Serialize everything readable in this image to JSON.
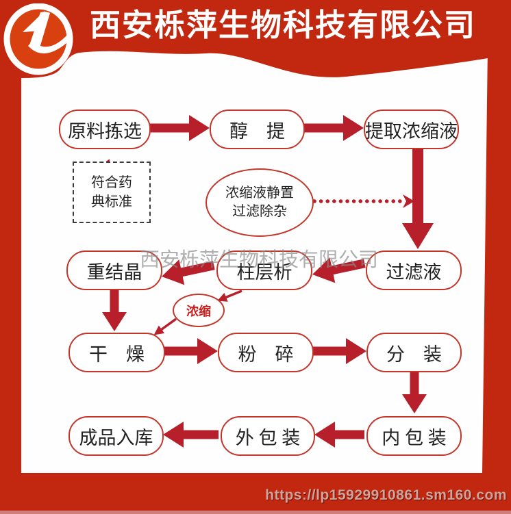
{
  "header": {
    "company_name": "西安栎萍生物科技有限公司",
    "logo_letter": "L"
  },
  "watermark": {
    "text": "西安栎萍生物科技有限公司"
  },
  "footer": {
    "url": "https://lp15929910861.sm160.com"
  },
  "colors": {
    "background_red": "#c1280f",
    "arrow_red": "#b7202a",
    "node_border_red": "#c4352a",
    "node_text": "#222222",
    "note_text_red": "#cf1d1d",
    "watermark_gray": "#8a8a8a",
    "logo_inner_orange": "#d8400f"
  },
  "flowchart": {
    "nodes": [
      {
        "id": "raw-material-selection",
        "label": "原料拣选"
      },
      {
        "id": "alcohol-extraction",
        "label": "醇　提"
      },
      {
        "id": "extract-concentrate",
        "label": "提取浓缩液"
      },
      {
        "id": "filtrate",
        "label": "过滤液"
      },
      {
        "id": "column-chromatography",
        "label": "柱层析"
      },
      {
        "id": "recrystallization",
        "label": "重结晶"
      },
      {
        "id": "drying",
        "label": "干　燥"
      },
      {
        "id": "crushing",
        "label": "粉　碎"
      },
      {
        "id": "dispensing",
        "label": "分　装"
      },
      {
        "id": "inner-packaging",
        "label": "内 包 装"
      },
      {
        "id": "outer-packaging",
        "label": "外 包 装"
      },
      {
        "id": "finished-goods-storage",
        "label": "成品入库"
      }
    ],
    "annotations": {
      "pharmacopoeia_note": {
        "line1": "符合药",
        "line2": "典标准"
      },
      "settle_filter_note": {
        "line1": "浓缩液静置",
        "line2": "过滤除杂"
      },
      "concentrate_note": {
        "label": "浓缩"
      }
    }
  }
}
